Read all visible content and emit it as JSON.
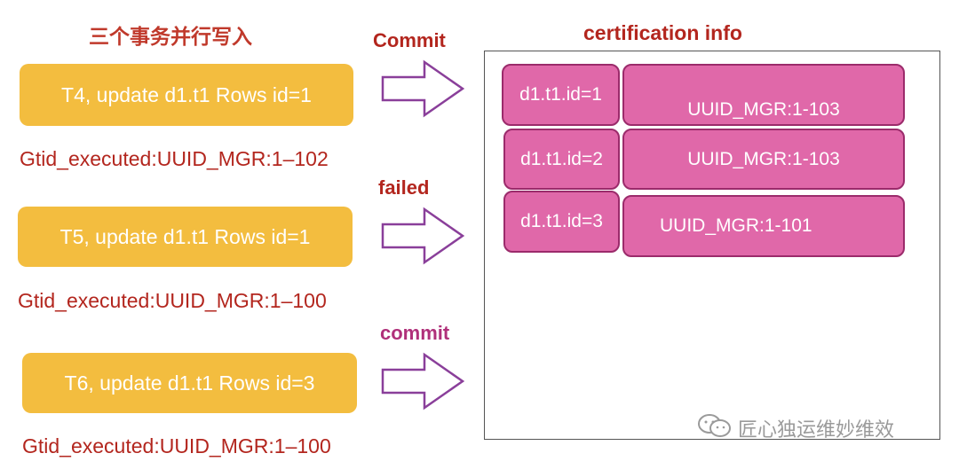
{
  "title_cn": "三个事务并行写入",
  "transactions": [
    {
      "label": "T4, update d1.t1 Rows id=1",
      "gtid": "Gtid_executed:UUID_MGR:1–102",
      "result": "Commit"
    },
    {
      "label": "T5, update d1.t1 Rows id=1",
      "gtid": "Gtid_executed:UUID_MGR:1–100",
      "result": "failed"
    },
    {
      "label": "T6, update d1.t1 Rows id=3",
      "gtid": "Gtid_executed:UUID_MGR:1–100",
      "result": "commit"
    }
  ],
  "certification": {
    "title": "certification info",
    "rows": [
      {
        "key": "d1.t1.id=1",
        "value": "UUID_MGR:1-103"
      },
      {
        "key": "d1.t1.id=2",
        "value": "UUID_MGR:1-103"
      },
      {
        "key": "d1.t1.id=3",
        "value": "UUID_MGR:1-101"
      }
    ]
  },
  "watermark": "匠心独运维妙维效",
  "colors": {
    "txn_box": "#f3bd3f",
    "cell": "#e068a9",
    "label_red": "#b3261e",
    "label_magenta": "#b0307a"
  }
}
